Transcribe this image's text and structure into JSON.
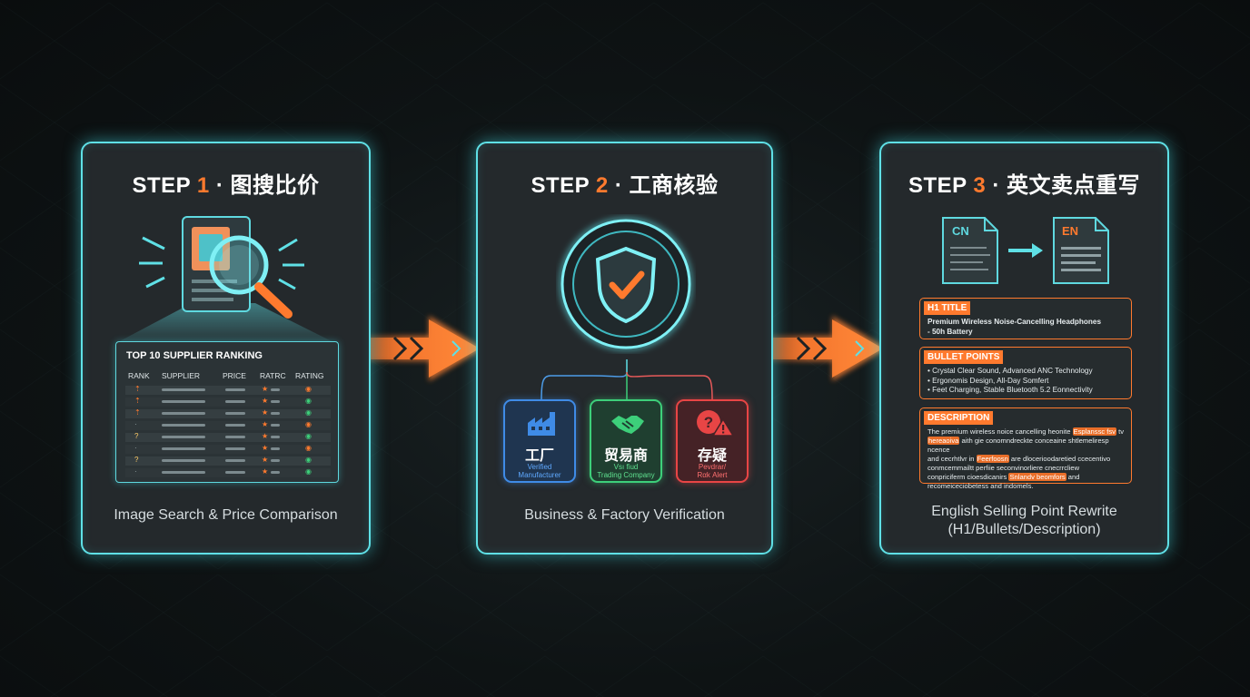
{
  "step1": {
    "title_prefix": "STEP",
    "title_num": "1",
    "title_sep": " · ",
    "title_cn": "图搜比价",
    "caption": "Image Search & Price Comparison",
    "table": {
      "title": "TOP 10 SUPPLIER RANKING",
      "headers": [
        "RANK",
        "SUPPLIER",
        "PRICE",
        "RATRC",
        "RATING"
      ]
    }
  },
  "step2": {
    "title_prefix": "STEP",
    "title_num": "2",
    "title_sep": " · ",
    "title_cn": "工商核验",
    "caption": "Business & Factory Verification",
    "boxes": [
      {
        "cn": "工厂",
        "en": "Verified\nManufacturer",
        "color": "#3f8be6"
      },
      {
        "cn": "贸易商",
        "en": "Vsı ﬁud\nTrading Company",
        "color": "#3dcf7a"
      },
      {
        "cn": "存疑",
        "en": "Pevdrar/\nRαk Αlert",
        "color": "#e84545"
      }
    ]
  },
  "step3": {
    "title_prefix": "STEP",
    "title_num": "3",
    "title_sep": " · ",
    "title_cn": "英文卖点重写",
    "caption_line1": "English Selling Point Rewrite",
    "caption_line2": "(H1/Bullets/Description)",
    "doc_cn": "CN",
    "doc_en": "EN",
    "h1": {
      "tag": "H1 TITLE",
      "line1": "Premium Wireless Noise-Cancelling Headphones",
      "line2": "- 50h Battery"
    },
    "bullets": {
      "tag": "BULLET POINTS",
      "items": [
        "• Crystal Clear Sound, Advanced ANC Technology",
        "• Ergonomis Design, All-Day Somfert",
        "• Feet Charging, Stable Bluetooth 5.2 Eonnectivity"
      ]
    },
    "description": {
      "tag": "DESCRIPTION",
      "l1a": "The premium wireless noice cancelling heonite ",
      "l1h": "Esplanssc fsv",
      "l1b": " tv",
      "l2h": "hereaoiva",
      "l2b": " aith gie conomndreckte conceaine shtlemeliresp ncence",
      "l3a": "and cecrhtlvr in ",
      "l3h": "Feerfoosn",
      "l3b": " are dlocerioodaretied ccecentivo",
      "l4": "conmcemmailtt perfiie seconvinorliere cnecrrcliew",
      "l5a": "conpriciferm cioesdicanirs ",
      "l5h": "Snlandv beomfors",
      "l5b": " and",
      "l6": "recomeiceciobetess and indomels."
    }
  },
  "colors": {
    "accent_cyan": "#5fe0e6",
    "accent_orange": "#ff7a2e",
    "verified_blue": "#3f8be6",
    "trading_green": "#3dcf7a",
    "alert_red": "#e84545"
  }
}
